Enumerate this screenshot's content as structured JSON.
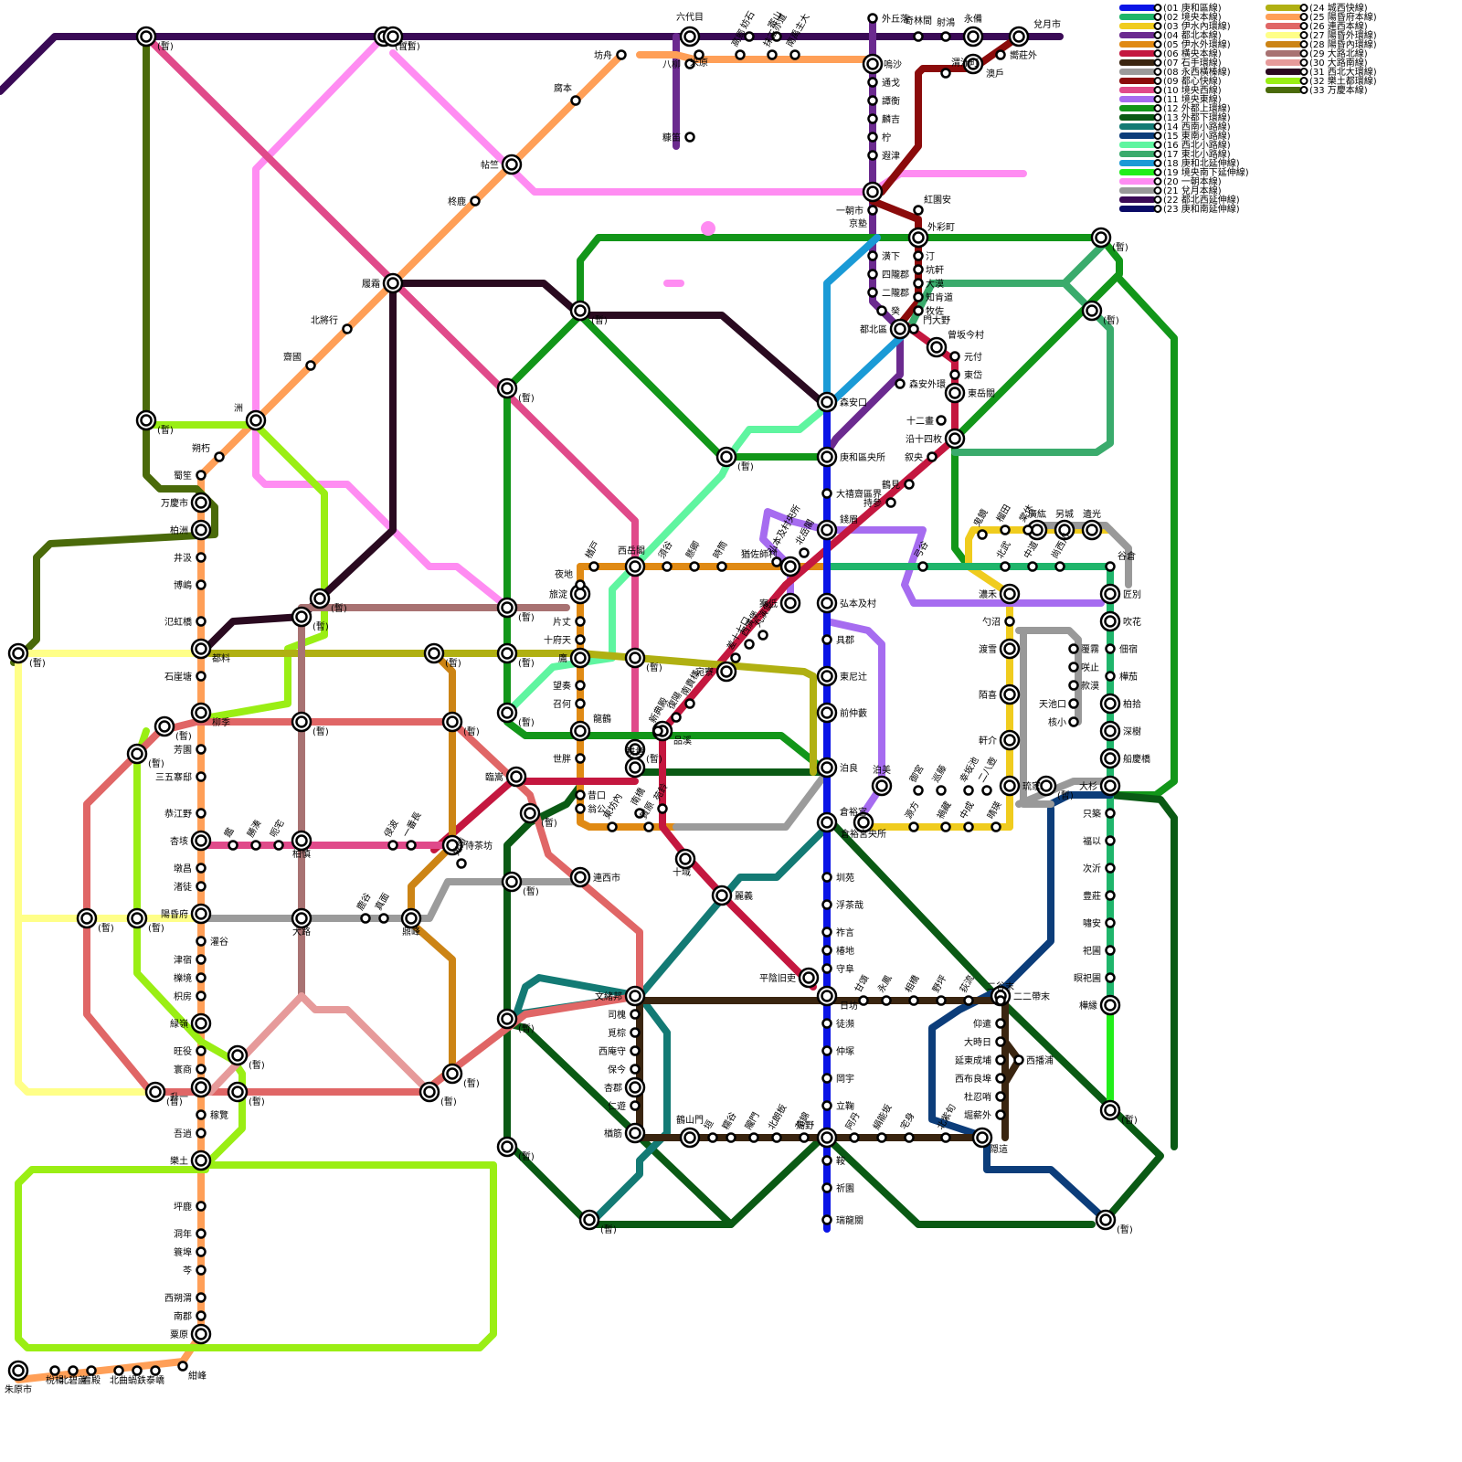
{
  "lines": [
    {
      "id": "01",
      "name": "(01 庚和區線)",
      "color": "#0a14e6"
    },
    {
      "id": "02",
      "name": "(02 境央本線)",
      "color": "#1fb56b"
    },
    {
      "id": "03",
      "name": "(03 伊水內環線)",
      "color": "#f0cc1e"
    },
    {
      "id": "04",
      "name": "(04 都北本線)",
      "color": "#6b2a8f"
    },
    {
      "id": "05",
      "name": "(05 伊水外環線)",
      "color": "#e08a14"
    },
    {
      "id": "06",
      "name": "(06 橫央本線)",
      "color": "#c4173f"
    },
    {
      "id": "07",
      "name": "(07 石手環線)",
      "color": "#3a2510"
    },
    {
      "id": "08",
      "name": "(08 永西橫榛線)",
      "color": "#9b9b9b"
    },
    {
      "id": "09",
      "name": "(09 都心快線)",
      "color": "#8b0b0b"
    },
    {
      "id": "10",
      "name": "(10 境央西線)",
      "color": "#e04a8a"
    },
    {
      "id": "11",
      "name": "(11 境央東線)",
      "color": "#a66cf0"
    },
    {
      "id": "12",
      "name": "(12 外都上環線)",
      "color": "#129619"
    },
    {
      "id": "13",
      "name": "(13 外都下環線)",
      "color": "#0a5a14"
    },
    {
      "id": "14",
      "name": "(14 西南小路線)",
      "color": "#137a74"
    },
    {
      "id": "15",
      "name": "(15 東南小路線)",
      "color": "#0c3d7a"
    },
    {
      "id": "16",
      "name": "(16 西北小路線)",
      "color": "#5ff5a0"
    },
    {
      "id": "17",
      "name": "(17 東北小路線)",
      "color": "#3aab6c"
    },
    {
      "id": "18",
      "name": "(18 庚和北延伸線)",
      "color": "#1a9ad6"
    },
    {
      "id": "19",
      "name": "(19 境央南下延伸線)",
      "color": "#22ee1a"
    },
    {
      "id": "20",
      "name": "(20 一朝本線)",
      "color": "#ff8cf2"
    },
    {
      "id": "21",
      "name": "(21 兌月本線)",
      "color": "#999999"
    },
    {
      "id": "22",
      "name": "(22 都北西延伸線)",
      "color": "#3a0a56"
    },
    {
      "id": "23",
      "name": "(23 庚和南延伸線)",
      "color": "#0a0a66"
    },
    {
      "id": "24",
      "name": "(24 城西快線)",
      "color": "#b0b012"
    },
    {
      "id": "25",
      "name": "(25 陽昏府本線)",
      "color": "#ff9f57"
    },
    {
      "id": "26",
      "name": "(26 連西本線)",
      "color": "#e06666"
    },
    {
      "id": "27",
      "name": "(27 陽昏外環線)",
      "color": "#ffff88"
    },
    {
      "id": "28",
      "name": "(28 陽昏內環線)",
      "color": "#cc8415"
    },
    {
      "id": "29",
      "name": "(29 大路北線)",
      "color": "#a87272"
    },
    {
      "id": "30",
      "name": "(30 大路南線)",
      "color": "#e69a9a"
    },
    {
      "id": "31",
      "name": "(31 西北大環線)",
      "color": "#2a0a20"
    },
    {
      "id": "32",
      "name": "(32 樂土都環線)",
      "color": "#9aee14"
    },
    {
      "id": "33",
      "name": "(33 万慶本線)",
      "color": "#4a6a0a"
    }
  ],
  "stations": {
    "s1": "外丘落",
    "s2": "嗚沙",
    "s3": "通戈",
    "s4": "譚衡",
    "s5": "麟吉",
    "s6": "柠",
    "s7": "遐津",
    "s8": "一朝市",
    "s9": "京塾",
    "s10": "潢下",
    "s11": "四隴郡",
    "s12": "二隴郡",
    "s13": "癸",
    "s14": "都北區",
    "s15": "森安外環",
    "s16": "森安口",
    "s17": "庚和區央所",
    "s18": "大禧齋區界",
    "s19": "錢眉",
    "s20": "弘本及村",
    "s21": "具郡",
    "s22": "東尼辻",
    "s23": "前仲藪",
    "s24": "泊良",
    "s25": "倉裕宮",
    "s26": "圳苑",
    "s27": "浮茶哉",
    "s28": "祚言",
    "s29": "椿地",
    "s30": "守阜",
    "s31": "日坊",
    "s32": "徒瀕",
    "s33": "仲塚",
    "s34": "岡宇",
    "s35": "立鞠",
    "s36": "鳥野",
    "s37": "鞍",
    "s38": "祈園",
    "s39": "瑞龍關",
    "s40": "兌月市",
    "s41": "嚮莊外",
    "s42": "永備",
    "s43": "射鴻",
    "s44": "奇林間",
    "s45": "澳戶",
    "s46": "渭汁町",
    "s47": "元付",
    "s48": "東岱",
    "s49": "東岳關",
    "s50": "十二畫",
    "s51": "沿十四枚",
    "s52": "叙央",
    "s53": "鶴見",
    "s54": "持參",
    "s55": "六代目",
    "s56": "八柳",
    "s57": "米原",
    "s58": "糠笛",
    "s59": "坊舟",
    "s60": "腐本",
    "s61": "帖竺",
    "s62": "柊鹿",
    "s63": "履霜",
    "s64": "北將行",
    "s65": "齋國",
    "s66": "洲",
    "s67": "朔朽",
    "s68": "蜀笙",
    "s69": "万慶市",
    "s70": "柏洲",
    "s71": "井汲",
    "s72": "博嶋",
    "s73": "氾虹橋",
    "s74": "都料",
    "s75": "石崖塘",
    "s76": "柳季",
    "s77": "芳園",
    "s78": "三五寨邸",
    "s79": "恭江野",
    "s80": "杏垓",
    "s81": "墩昌",
    "s82": "渚徒",
    "s83": "陽昏府",
    "s84": "灌谷",
    "s85": "津宿",
    "s86": "櫟境",
    "s87": "枳房",
    "s88": "緑嶺",
    "s89": "旺役",
    "s90": "寰商",
    "s91": "升一",
    "s92": "稼覽",
    "s93": "吾逍",
    "s94": "樂土",
    "s95": "坪鹿",
    "s96": "洞年",
    "s97": "簑埠",
    "s98": "芩",
    "s99": "西朔渭",
    "s100": "南郡",
    "s101": "粟原",
    "s102": "朱原市",
    "s103": "梲楊",
    "s104": "北碧蘆",
    "s105": "看殿",
    "s106": "北曲",
    "s107": "蝸鉄",
    "s108": "泰嶠",
    "s109": "紺峰",
    "s110": "旅淀",
    "s111": "片丈",
    "s112": "十府天",
    "s113": "鷹",
    "s114": "望奏",
    "s115": "召何",
    "s116": "龍鶴",
    "s117": "世胖",
    "s118": "昔口",
    "s119": "翁公",
    "s120": "連西市",
    "s121": "臨嵩",
    "s122": "侍茶坊",
    "s123": "鬼頭",
    "s124": "文緒邦",
    "s125": "司槐",
    "s126": "覓棕",
    "s127": "西庵守",
    "s128": "保今",
    "s129": "杏郡",
    "s130": "仁遊",
    "s131": "楢筋",
    "s132": "二二帶末",
    "s133": "仰遣",
    "s134": "大時日",
    "s135": "延東成埔",
    "s136": "西布良埠",
    "s137": "杜忍哨",
    "s138": "堀薪外",
    "s139": "隠這",
    "s140": "西播浦",
    "s141": "平陰旧吏",
    "s142": "十域",
    "s143": "麗義",
    "s144": "匠別",
    "s145": "吹花",
    "s146": "佃宿",
    "s147": "樺茄",
    "s148": "柏拾",
    "s149": "深樹",
    "s150": "船慶橋",
    "s151": "大杉",
    "s152": "只築",
    "s153": "福以",
    "s154": "次沂",
    "s155": "豊莊",
    "s156": "嘯安",
    "s157": "祀圃",
    "s158": "瞑祀圃",
    "s159": "樺縁",
    "s160": "濃禾",
    "s161": "勺沼",
    "s162": "渡雪",
    "s163": "陌喜",
    "s164": "軒介",
    "s165": "琉家",
    "s166": "覆霧",
    "s167": "咲止",
    "s168": "款漠",
    "s169": "天池口",
    "s170": "核小",
    "s171": "案低",
    "s172": "品溪",
    "s173": "耕貴",
    "s174": "東坊內",
    "s175": "南橋",
    "s176": "賀原",
    "s177": "苑鈴",
    "s178": "宛寮",
    "s179": "南貴樣",
    "s180": "復陽",
    "s181": "新典殿",
    "s182": "丸演堡",
    "s183": "西演堡",
    "s184": "差十七口",
    "s185": "弘本及村央所",
    "s186": "猶佐師村",
    "s187": "北岳閣",
    "s188": "西岳閣",
    "s189": "夜地",
    "s190": "楢戸",
    "s191": "須谷",
    "s192": "懸卿",
    "s193": "時筒",
    "s194": "弓谷",
    "s195": "遺光",
    "s196": "另城",
    "s197": "廣紘",
    "s198": "棠休",
    "s199": "榴田",
    "s200": "鬼鏡",
    "s201": "谷倉",
    "s202": "尚西川",
    "s203": "中道",
    "s204": "北武",
    "s205": "二八壺",
    "s206": "幸坂池",
    "s207": "巡藤",
    "s208": "御宮",
    "s209": "泊美",
    "s210": "倉裕宮央所",
    "s211": "源方",
    "s212": "禍藏",
    "s213": "中成",
    "s214": "晴瑛",
    "s215": "二谷末",
    "s216": "荻流",
    "s217": "野坪",
    "s218": "相橋",
    "s219": "永鳳",
    "s220": "甘頌",
    "s221": "鶴山門",
    "s222": "垣",
    "s223": "糯谷",
    "s224": "隴門",
    "s225": "北朗板",
    "s226": "花錦",
    "s227": "阿丹",
    "s228": "絹能坂",
    "s229": "宅身",
    "s230": "北紫旬",
    "s231": "(暫)",
    "s232": "一番長",
    "s233": "侵波",
    "s234": "柏慎",
    "s235": "呃宅",
    "s236": "鑑",
    "s237": "勝湊",
    "s238": "大路",
    "s239": "真面",
    "s240": "鹿谷",
    "s241": "鼎峰",
    "s242": "妨石",
    "s243": "寄山",
    "s244": "高郷",
    "s245": "南禹主大",
    "s246": "抹王亦道",
    "s247": "紅園安",
    "s248": "外彩町",
    "s249": "汀",
    "s250": "坑軒",
    "s251": "大漠",
    "s252": "知肯道",
    "s253": "牧佐",
    "s254": "門大野",
    "s255": "曾坂今村"
  },
  "provisional_label": "(暫)"
}
